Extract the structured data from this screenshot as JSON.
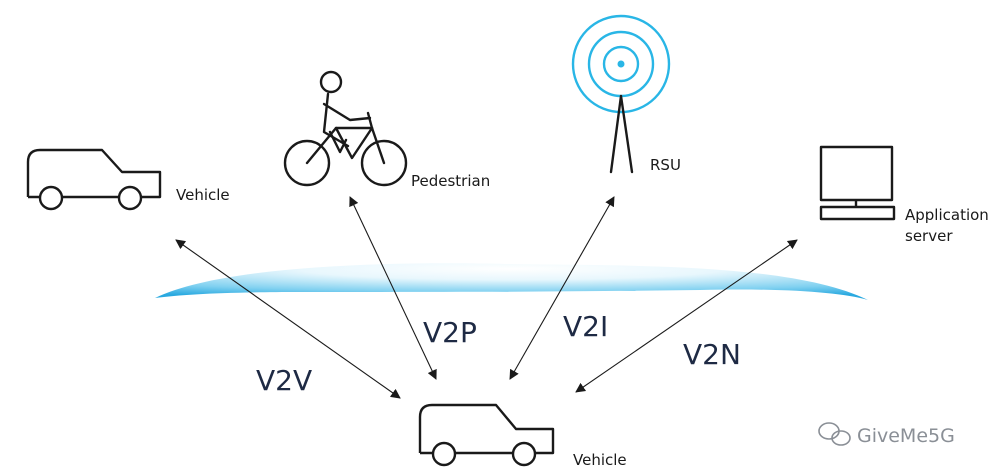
{
  "nodes": {
    "vehicle_left": {
      "label": "Vehicle"
    },
    "pedestrian": {
      "label": "Pedestrian"
    },
    "rsu": {
      "label": "RSU"
    },
    "app_server": {
      "label_line1": "Application",
      "label_line2": "server"
    },
    "vehicle_center": {
      "label": "Vehicle"
    }
  },
  "links": {
    "v2v": "V2V",
    "v2p": "V2P",
    "v2i": "V2I",
    "v2n": "V2N"
  },
  "colors": {
    "line": "#1a1a1a",
    "rsu_accent": "#29b6e6",
    "cloud_light": "#ffffff",
    "cloud_dark": "#2aa9e0"
  },
  "watermark": {
    "text": "GiveMe5G",
    "icon": "wechat-icon"
  }
}
